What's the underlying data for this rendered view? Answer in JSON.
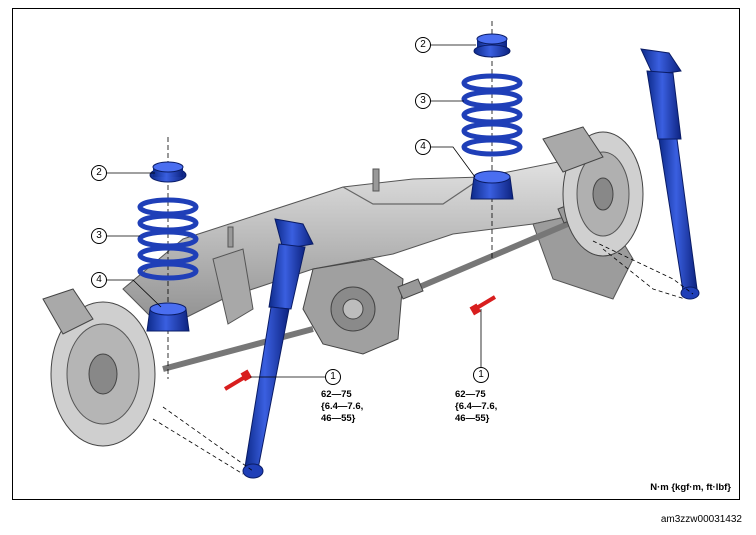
{
  "callouts": {
    "left_spring_seat_upper": "2",
    "left_spring": "3",
    "left_spring_seat_lower": "4",
    "right_spring_seat_upper": "2",
    "right_spring": "3",
    "right_spring_seat_lower": "4",
    "left_bolt": "1",
    "right_bolt": "1"
  },
  "torque_left": [
    "62—75",
    "{6.4—7.6,",
    "46—55}"
  ],
  "torque_right": [
    "62—75",
    "{6.4—7.6,",
    "46—55}"
  ],
  "unit_label": "N·m {kgf·m, ft·lbf}",
  "image_code": "am3zzw00031432",
  "colors": {
    "part_blue": "#1f3fb8",
    "bolt_red": "#d81e1e",
    "frame_gray": "#b9b9b9"
  }
}
